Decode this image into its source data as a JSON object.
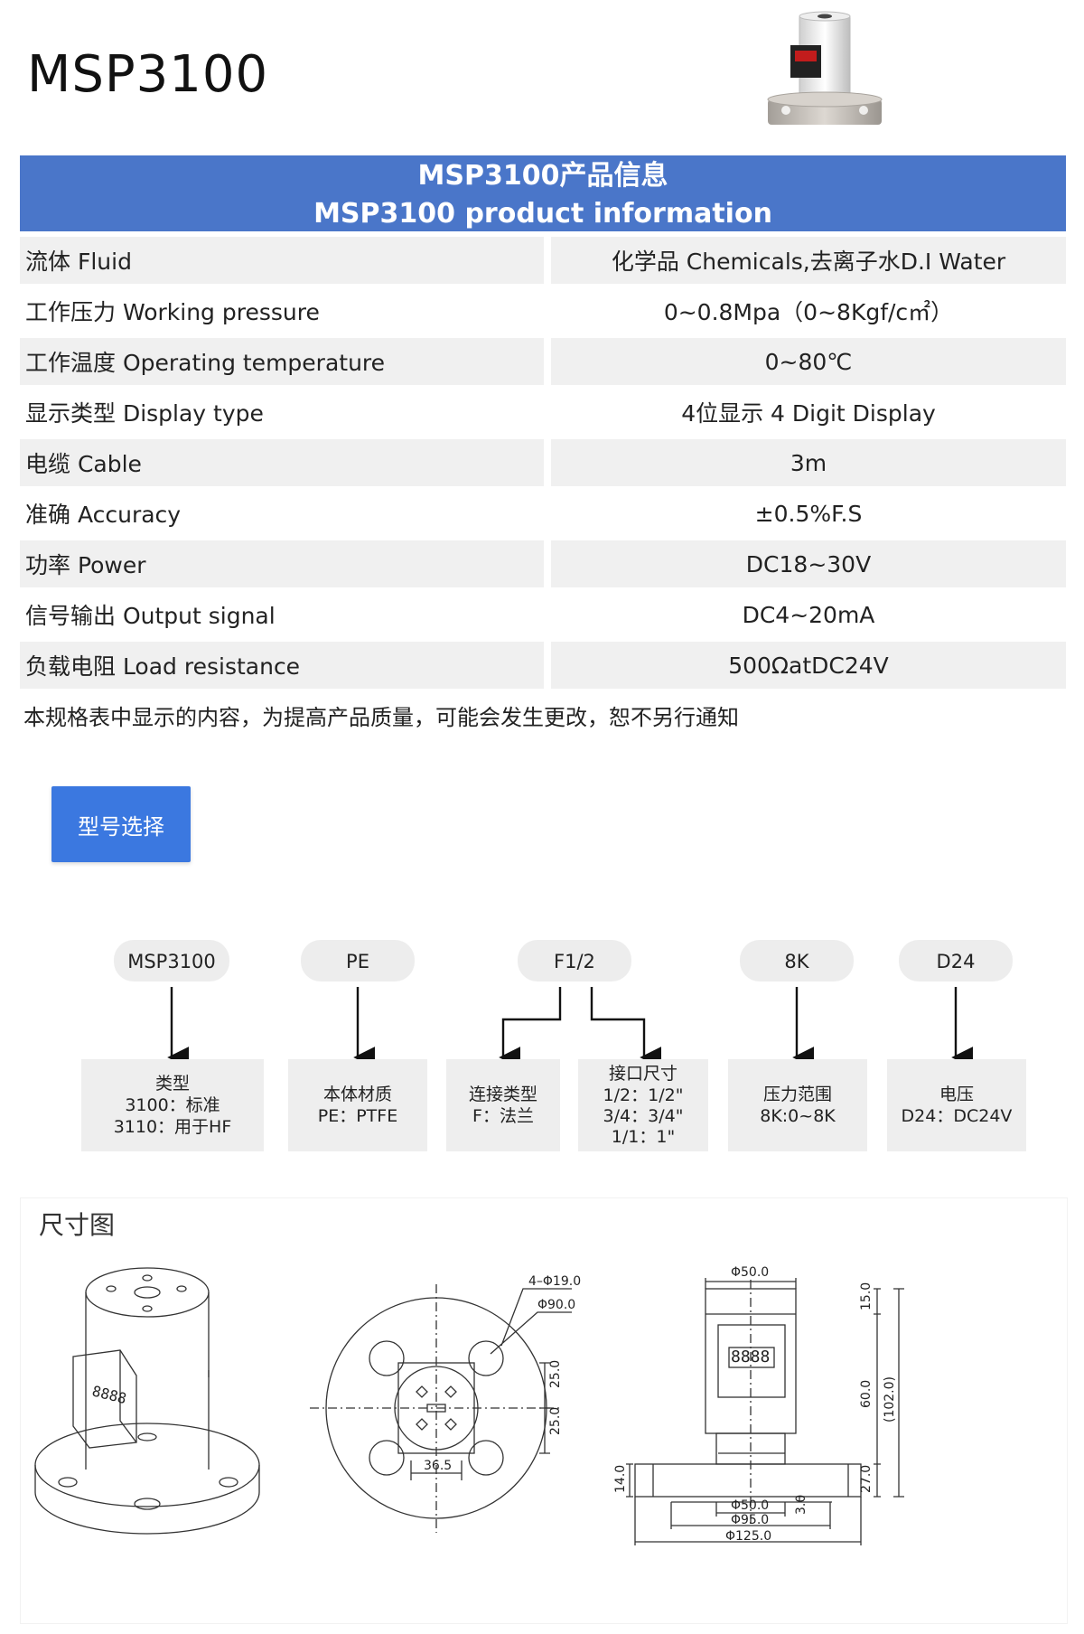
{
  "header": {
    "model": "MSP3100"
  },
  "spec": {
    "title_cn": "MSP3100产品信息",
    "title_en": "MSP3100 product information",
    "rows": [
      {
        "label": "流体 Fluid",
        "value": "化学品 Chemicals,去离子水D.I Water"
      },
      {
        "label": "工作压力 Working pressure",
        "value": "0~0.8Mpa（0~8Kgf/c㎡）"
      },
      {
        "label": "工作温度 Operating temperature",
        "value": "0~80℃"
      },
      {
        "label": "显示类型 Display type",
        "value": "4位显示 4 Digit Display"
      },
      {
        "label": "电缆 Cable",
        "value": "3m"
      },
      {
        "label": "准确 Accuracy",
        "value": "±0.5%F.S"
      },
      {
        "label": "功率 Power",
        "value": "DC18~30V"
      },
      {
        "label": "信号输出 Output signal",
        "value": "DC4~20mA"
      },
      {
        "label": "负载电阻 Load resistance",
        "value": "500ΩatDC24V"
      }
    ],
    "note": "本规格表中显示的内容，为提高产品质量，可能会发生更改，恕不另行通知"
  },
  "model_select": {
    "button": "型号选择",
    "codes": [
      "MSP3100",
      "PE",
      "F1/2",
      "8K",
      "D24"
    ],
    "boxes": [
      {
        "lines": [
          "类型",
          "3100：标准",
          "3110：用于HF"
        ]
      },
      {
        "lines": [
          "本体材质",
          "PE：PTFE"
        ]
      },
      {
        "lines": [
          "连接类型",
          "F：法兰"
        ]
      },
      {
        "lines": [
          "接口尺寸",
          "1/2：1/2\"",
          "3/4：3/4\"",
          "1/1：1\""
        ]
      },
      {
        "lines": [
          "压力范围",
          "8K:0~8K"
        ]
      },
      {
        "lines": [
          "电压",
          "D24：DC24V"
        ]
      }
    ]
  },
  "dimension": {
    "title": "尺寸图",
    "display_digits": "8888",
    "labels": {
      "holes": "4–Φ19.0",
      "pcd": "Φ90.0",
      "d25a": "25.0",
      "d25b": "25.0",
      "d365": "36.5",
      "top_dia": "Φ50.0",
      "h15": "15.0",
      "h60": "60.0",
      "h102": "(102.0)",
      "h27": "27.0",
      "h14": "14.0",
      "h3": "3.0",
      "b50": "Φ50.0",
      "b95": "Φ95.0",
      "b125": "Φ125.0"
    }
  }
}
